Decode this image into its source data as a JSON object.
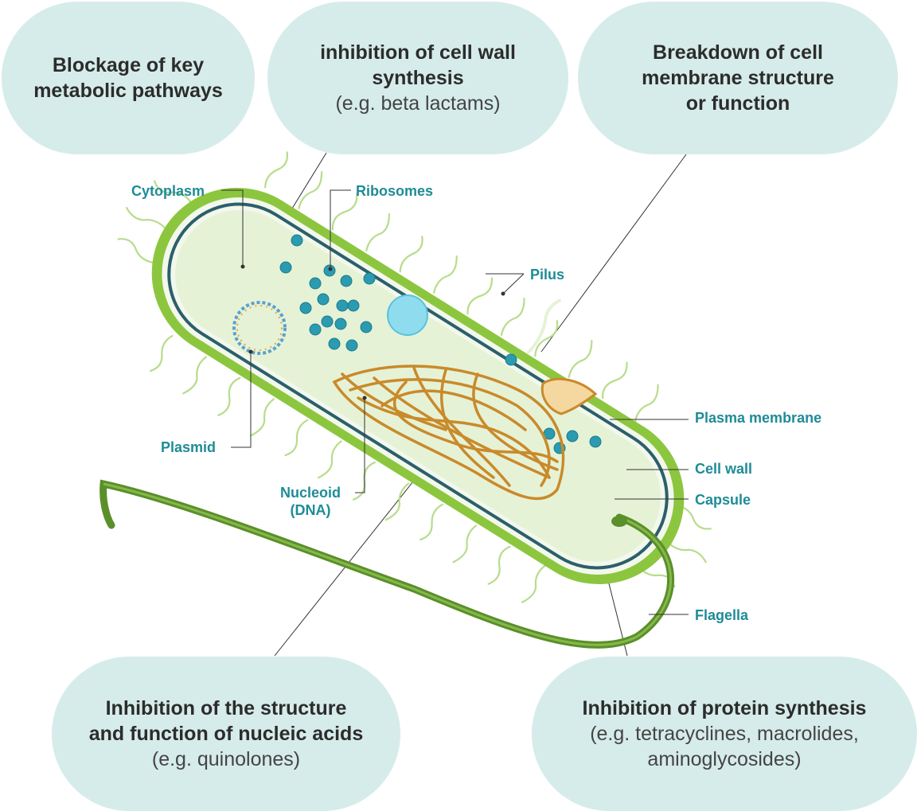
{
  "bubbles": {
    "metabolic": {
      "title": "Blockage of key\nmetabolic pathways"
    },
    "cell_wall": {
      "title": "inhibition of cell wall\nsynthesis",
      "subtitle": "(e.g. beta lactams)"
    },
    "membrane": {
      "title": "Breakdown of cell\nmembrane structure\nor function"
    },
    "nucleic": {
      "title": "Inhibition of the structure\nand function of nucleic acids",
      "subtitle": "(e.g. quinolones)"
    },
    "protein": {
      "title": "Inhibition of protein synthesis",
      "subtitle": "(e.g. tetracyclines, macrolides,\naminoglycosides)"
    }
  },
  "labels": {
    "cytoplasm": "Cytoplasm",
    "ribosomes": "Ribosomes",
    "pilus": "Pilus",
    "plasma_membrane": "Plasma membrane",
    "cell_wall": "Cell wall",
    "capsule": "Capsule",
    "flagella": "Flagella",
    "plasmid": "Plasmid",
    "nucleoid_line1": "Nucleoid",
    "nucleoid_line2": "(DNA)"
  },
  "colors": {
    "bubble_bg": "#d6ecea",
    "label_teal": "#1e8c96",
    "capsule_green": "#8cc63f",
    "cytoplasm_fill": "#e6f2d6",
    "membrane_dark": "#2b5f6b",
    "ribosome_teal": "#2a9bb0",
    "dna_orange": "#c98a2a",
    "flagellum_green": "#5a8f2a"
  }
}
